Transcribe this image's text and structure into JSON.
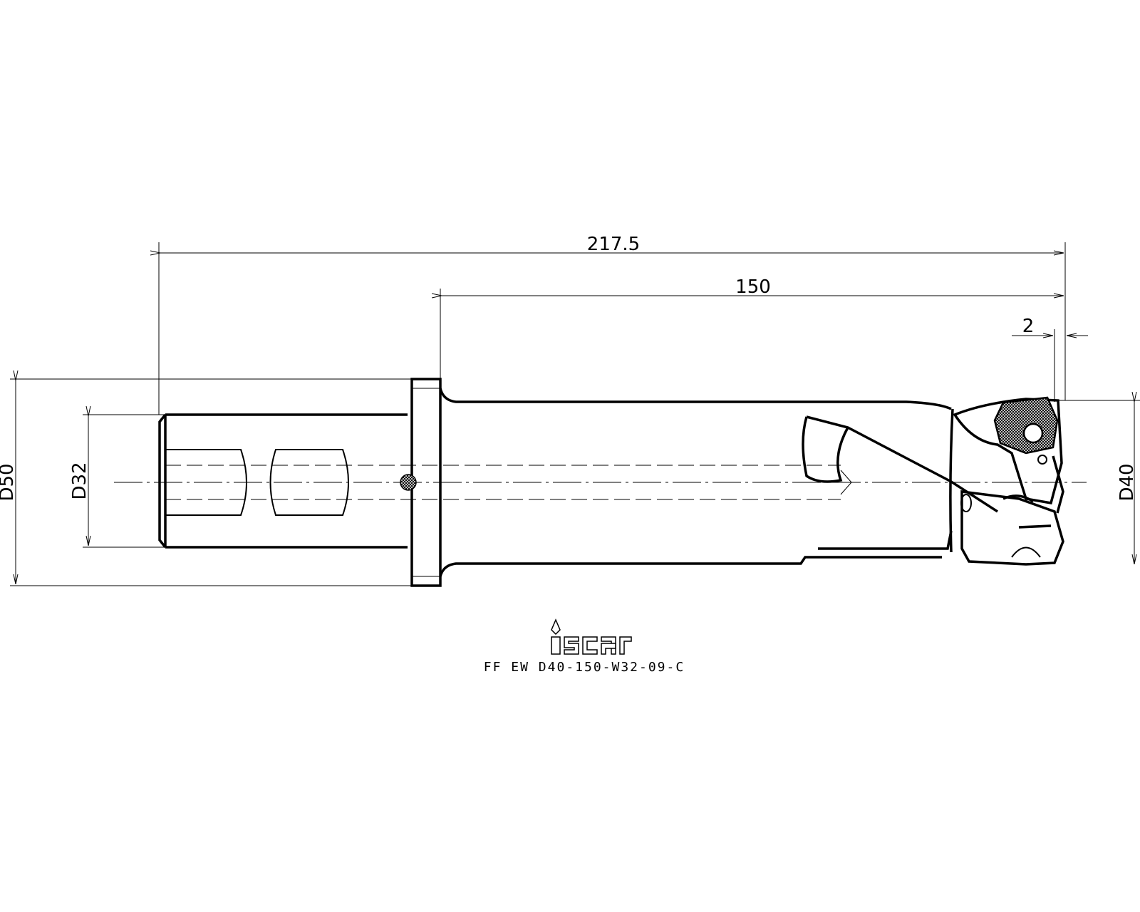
{
  "dimensions": {
    "overall_length": "217.5",
    "body_length": "150",
    "offset": "2",
    "flange_diameter": "D50",
    "shank_diameter": "D32",
    "drill_diameter": "D40"
  },
  "brand": {
    "logo": "iscar",
    "logo_icon": "iscar-logo-icon"
  },
  "tool": {
    "designation": "FF  EW  D40-150-W32-09-C"
  },
  "colors": {
    "line": "#000000",
    "background": "#ffffff",
    "insert_fill": "#2a2a2a"
  }
}
